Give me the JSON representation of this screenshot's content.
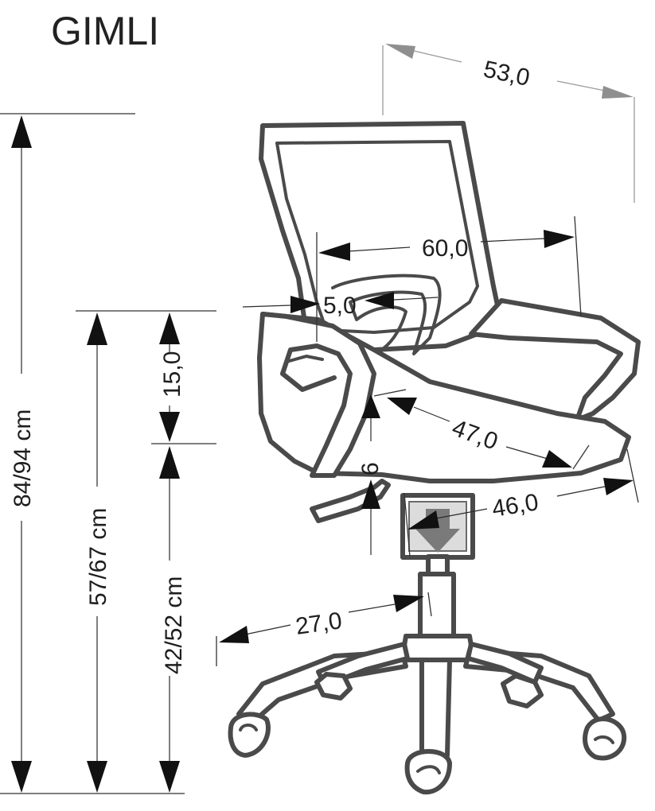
{
  "title": "GIMLI",
  "dimensions": {
    "total_height": "84/94 cm",
    "armrest_height": "57/67 cm",
    "seat_height": "42/52 cm",
    "armrest_above_seat": "15,0",
    "seat_thickness": "6",
    "depth": "53,0",
    "width": "60,0",
    "armrest_width": "5,0",
    "seat_depth": "47,0",
    "seat_width": "46,0",
    "base_radius": "27,0"
  }
}
